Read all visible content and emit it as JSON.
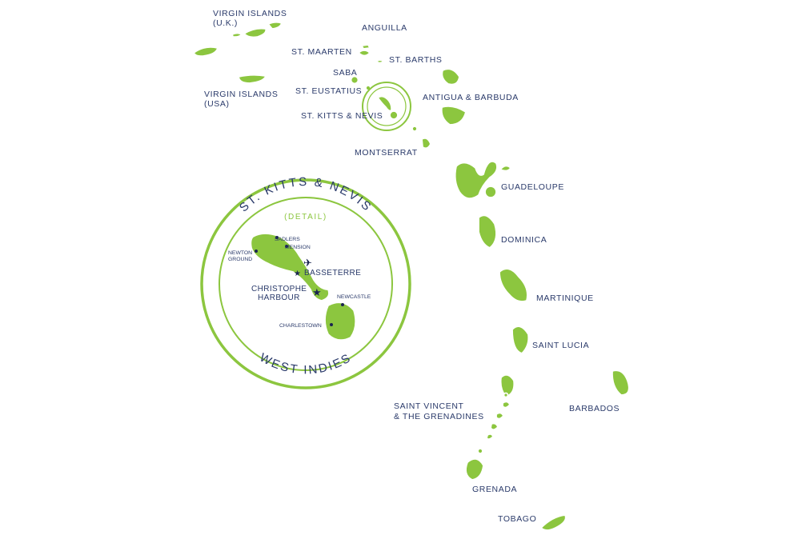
{
  "colors": {
    "land": "#8cc63f",
    "text": "#2a3a6a",
    "ring": "#8cc63f",
    "background": "#ffffff"
  },
  "islands": {
    "virgin_uk": "VIRGIN ISLANDS",
    "virgin_uk_sub": "(U.K.)",
    "virgin_usa": "VIRGIN ISLANDS",
    "virgin_usa_sub": "(USA)",
    "anguilla": "ANGUILLA",
    "st_maarten": "ST. MAARTEN",
    "st_barths": "ST. BARTHS",
    "saba": "SABA",
    "st_eustatius": "ST. EUSTATIUS",
    "antigua": "ANTIGUA & BARBUDA",
    "st_kitts": "ST. KITTS & NEVIS",
    "montserrat": "MONTSERRAT",
    "guadeloupe": "GUADELOUPE",
    "dominica": "DOMINICA",
    "martinique": "MARTINIQUE",
    "saint_lucia": "SAINT LUCIA",
    "saint_vincent": "SAINT VINCENT",
    "saint_vincent_sub": "& THE GRENADINES",
    "barbados": "BARBADOS",
    "grenada": "GRENADA",
    "tobago": "TOBAGO"
  },
  "detail": {
    "title": "ST. KITTS & NEVIS",
    "subtitle": "(DETAIL)",
    "footer": "WEST INDIES",
    "places": {
      "sadlers": "SADLERS",
      "mension": "MENSION",
      "newton": "NEWTON",
      "ground": "GROUND",
      "basseterre": "BASSETERRE",
      "christophe": "CHRISTOPHE",
      "harbour": "HARBOUR",
      "newcastle": "NEWCASTLE",
      "charlestown": "CHARLESTOWN"
    },
    "markers": {
      "capital": "star",
      "airport": "airplane-icon",
      "town": "dot"
    }
  }
}
